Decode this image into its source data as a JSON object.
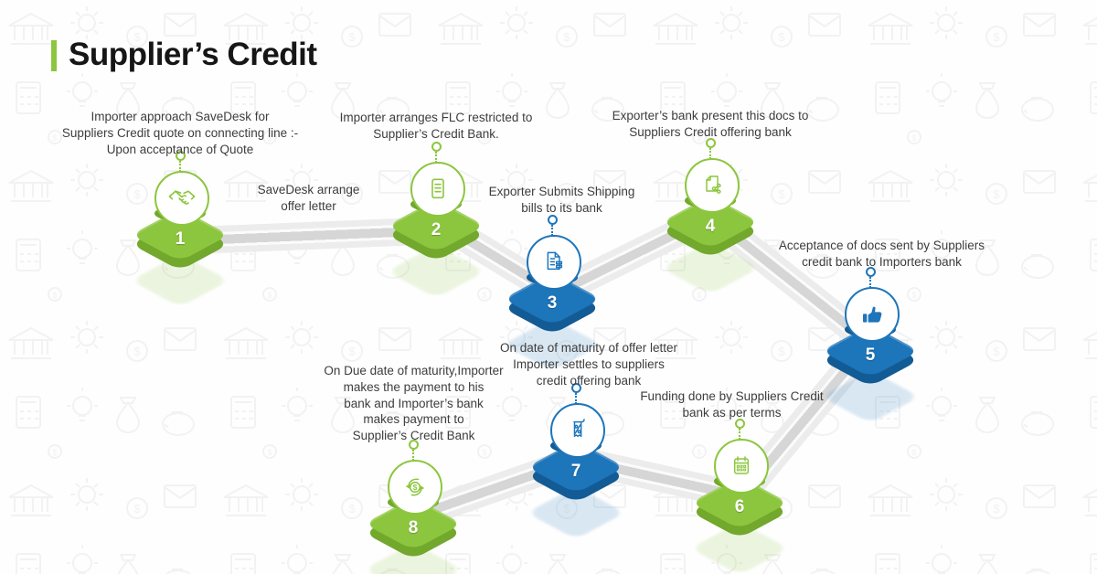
{
  "title": "Supplier’s Credit",
  "colors": {
    "green": "#8cc63e",
    "green_dark": "#72a82c",
    "blue": "#1d75ba",
    "blue_dark": "#135b95",
    "text": "#3d3d3d",
    "title_text": "#161616",
    "ribbon_gray": "#d6d6d6"
  },
  "connector_label": "SaveDesk arrange\noffer letter",
  "steps": [
    {
      "number": "1",
      "color": "green",
      "icon": "handshake-icon",
      "label": "Importer approach SaveDesk for\nSuppliers Credit quote on connecting line :-\nUpon acceptance of Quote"
    },
    {
      "number": "2",
      "color": "green",
      "icon": "document-icon",
      "label": "Importer arranges FLC restricted to\nSupplier’s Credit Bank."
    },
    {
      "number": "3",
      "color": "blue",
      "icon": "shipping-bill-icon",
      "label": "Exporter Submits Shipping\nbills to its bank"
    },
    {
      "number": "4",
      "color": "green",
      "icon": "share-document-icon",
      "label": "Exporter’s bank present this docs to\nSuppliers Credit offering bank"
    },
    {
      "number": "5",
      "color": "blue",
      "icon": "thumbs-up-icon",
      "label": "Acceptance of docs sent by Suppliers\ncredit bank to Importers bank"
    },
    {
      "number": "6",
      "color": "green",
      "icon": "calendar-icon",
      "label": "Funding done by Suppliers Credit\nbank as per terms"
    },
    {
      "number": "7",
      "color": "blue",
      "icon": "receipt-percent-icon",
      "label": "On date of maturity of offer letter\nImporter settles to suppliers\ncredit offering bank"
    },
    {
      "number": "8",
      "color": "green",
      "icon": "money-exchange-icon",
      "label": "On Due date of maturity,Importer\nmakes the payment to his\nbank and Importer’s bank\nmakes payment to\nSupplier’s Credit Bank"
    }
  ]
}
